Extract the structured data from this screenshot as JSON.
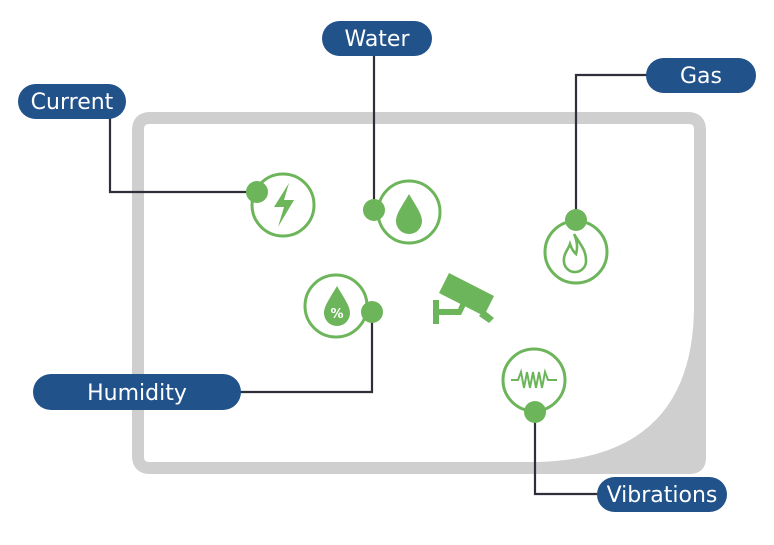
{
  "labels": {
    "current": "Current",
    "water": "Water",
    "gas": "Gas",
    "humidity": "Humidity",
    "vibrations": "Vibrations"
  },
  "humidity_icon_symbol": "%",
  "icons": {
    "current": "lightning-bolt-icon",
    "water": "water-drop-icon",
    "gas": "flame-icon",
    "humidity": "humidity-drop-icon",
    "vibrations": "waveform-icon",
    "center": "security-camera-icon"
  },
  "colors": {
    "pill": "#22528a",
    "green": "#6db55a",
    "connector": "#2f2f3a",
    "frame": "#cfcfcf",
    "background": "#ffffff"
  }
}
